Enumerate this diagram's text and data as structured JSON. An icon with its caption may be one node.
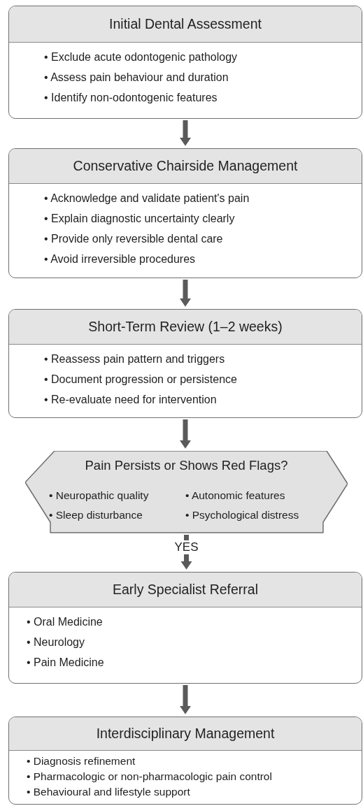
{
  "diagram": {
    "nodes": [
      {
        "text": [
          "Initial Dental Assessment",
          "• Exclude acute odontogenic pathology",
          "• Assess pain behaviour and duration",
          "• Identify non-odontogenic features"
        ]
      },
      {
        "text": [
          "Conservative Chairside Management",
          "• Acknowledge and validate patient's pain",
          "• Explain diagnostic uncertainty clearly",
          "• Provide only reversible dental care",
          "• Avoid irreversible procedures"
        ]
      },
      {
        "text": [
          "Short-Term Review (1–2 weeks)",
          "• Reassess pain pattern and triggers",
          "• Document progression or persistence",
          "• Re-evaluate need for intervention"
        ]
      },
      {
        "text": [
          "Pain Persists or Shows Red Flags?",
          "• Neuropathic quality",
          "• Autonomic features",
          "• Sleep disturbance",
          "• Psychological distress"
        ]
      },
      {
        "text": [
          "Early Specialist Referral",
          "• Oral Medicine",
          "• Neurology",
          "• Pain Medicine"
        ]
      },
      {
        "text": [
          "Interdisciplinary Management",
          "• Diagnosis refinement",
          "• Pharmacologic or non-pharmacologic pain control",
          "• Behavioural and lifestyle support"
        ]
      }
    ],
    "edges": [
      {
        "from": 0,
        "to": 1,
        "arrow": "to"
      },
      {
        "from": 1,
        "to": 2,
        "arrow": "to"
      },
      {
        "from": 2,
        "to": 3,
        "arrow": "to"
      },
      {
        "from": 3,
        "to": 4,
        "arrow": "to",
        "label": "YES"
      },
      {
        "from": 4,
        "to": 5,
        "arrow": "to"
      }
    ]
  }
}
